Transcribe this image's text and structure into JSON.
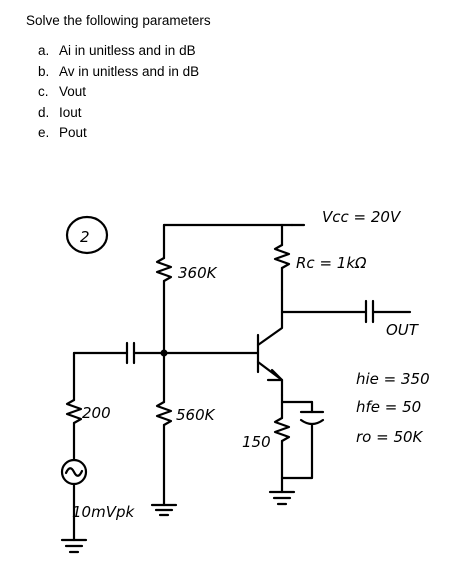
{
  "question": {
    "title": "Solve the following parameters",
    "parts": [
      {
        "letter": "a.",
        "text": "Ai in unitless and in dB"
      },
      {
        "letter": "b.",
        "text": "Av in unitless and in dB"
      },
      {
        "letter": "c.",
        "text": "Vout"
      },
      {
        "letter": "d.",
        "text": "Iout"
      },
      {
        "letter": "e.",
        "text": "Pout"
      }
    ]
  },
  "circuit": {
    "number": "2",
    "vcc": "Vcc = 20V",
    "r1": "360K",
    "rc": "Rc = 1kΩ",
    "out": "OUT",
    "rs": "200",
    "r2": "560K",
    "re": "150",
    "source": "10mVpk",
    "hie": "hie = 350",
    "hfe": "hfe = 50",
    "ro": "ro = 50K"
  }
}
